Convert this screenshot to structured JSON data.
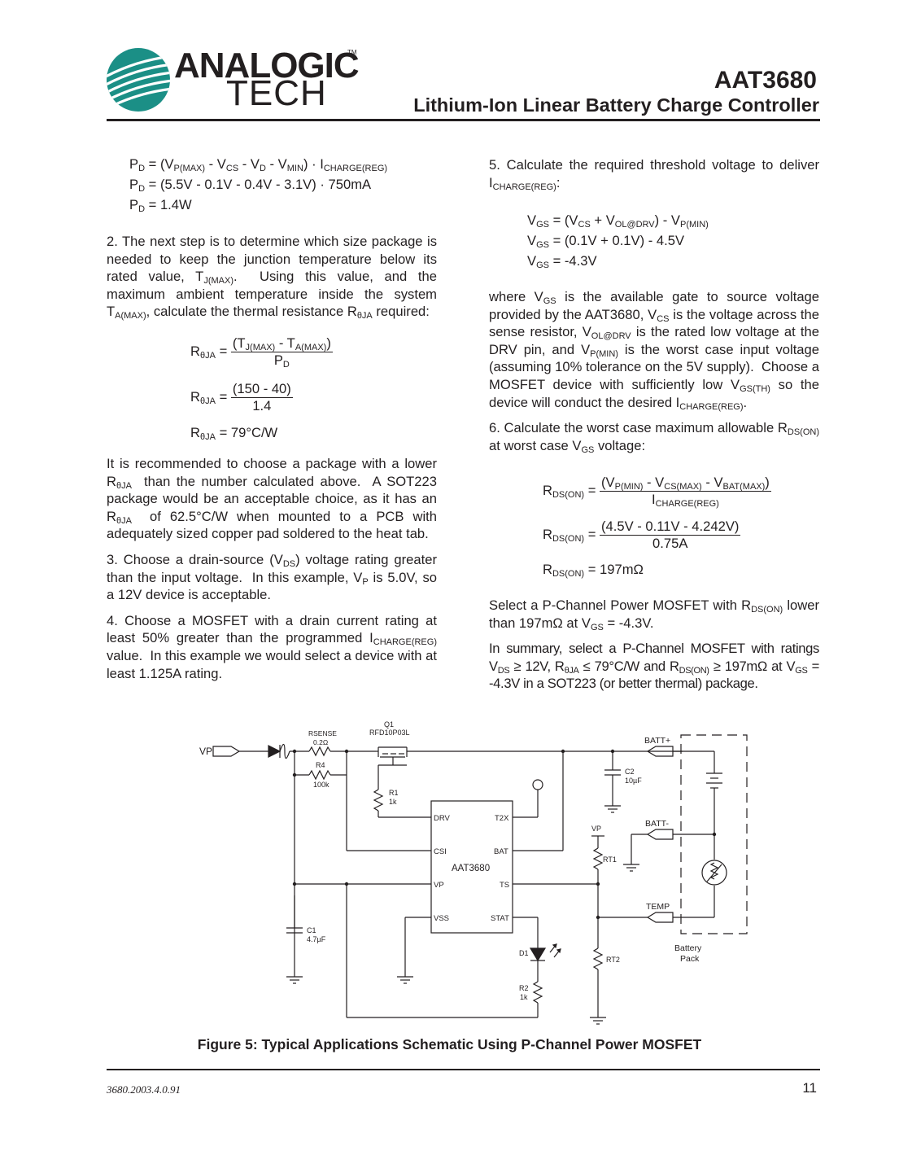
{
  "header": {
    "logo_top": "ANALOGIC",
    "logo_tm": "TM",
    "logo_bottom": "TECH",
    "part_number": "AAT3680",
    "title": "Lithium-Ion Linear Battery Charge Controller"
  },
  "left": {
    "eq1_line3": "PD = 1.4W",
    "step2": "2. The next step is to determine which size package is needed to keep the junction temperature below its rated value, TJ(MAX). Using this value, and the maximum ambient temperature inside the system TA(MAX), calculate the thermal resistance RθJA required:",
    "eq2_result": "79°C/W",
    "recommend": "It is recommended to choose a package with a lower RθJA than the number calculated above. A SOT223 package would be an acceptable choice, as it has an RθJA of 62.5°C/W when mounted to a PCB with adequately sized copper pad soldered to the heat tab.",
    "step3": "3. Choose a drain-source (VDS) voltage rating greater than the input voltage. In this example, VP is 5.0V, so a 12V device is acceptable.",
    "step4": "4. Choose a MOSFET with a drain current rating at least 50% greater than the programmed ICHARGE(REG) value. In this example we would select a device with at least 1.125A rating."
  },
  "right": {
    "step5": "5. Calculate the required threshold voltage to deliver ICHARGE(REG):",
    "where": "where VGS is the available gate to source voltage provided by the AAT3680, VCS is the voltage across the sense resistor, VOL@DRV is the rated low voltage at the DRV pin, and VP(MIN) is the worst case input voltage (assuming 10% tolerance on the 5V supply). Choose a MOSFET device with sufficiently low VGS(TH) so the device will conduct the desired ICHARGE(REG).",
    "step6": "6. Calculate the worst case maximum allowable RDS(ON) at worst case VGS voltage:",
    "select": "Select a P-Channel Power MOSFET with RDS(ON) lower than 197mΩ at VGS = -4.3V.",
    "summary": "In summary, select a P-Channel MOSFET with ratings VDS ≥ 12V, RθJA ≤ 79°C/W and RDS(ON) ≥ 197mΩ at VGS = -4.3V in a SOT223 (or better thermal) package."
  },
  "schematic": {
    "vp_in": "VP",
    "rsense": "RSENSE",
    "rsense_val": "0.2Ω",
    "q1": "Q1",
    "q1_part": "RFD10P03L",
    "r4": "R4",
    "r4_val": "100k",
    "r1": "R1",
    "r1_val": "1k",
    "ic_name": "AAT3680",
    "pin_drv": "DRV",
    "pin_t2x": "T2X",
    "pin_csi": "CSI",
    "pin_bat": "BAT",
    "pin_vp": "VP",
    "pin_ts": "TS",
    "pin_vss": "VSS",
    "pin_stat": "STAT",
    "c1": "C1",
    "c1_val": "4.7µF",
    "c2": "C2",
    "c2_val": "10µF",
    "d1": "D1",
    "r2": "R2",
    "r2_val": "1k",
    "rt1": "RT1",
    "rt2": "RT2",
    "vp_node": "VP",
    "batt_plus": "BATT+",
    "batt_minus": "BATT-",
    "temp": "TEMP",
    "battery_pack_1": "Battery",
    "battery_pack_2": "Pack"
  },
  "caption": "Figure 5: Typical Applications Schematic Using P-Channel Power MOSFET",
  "footer": {
    "doc_id": "3680.2003.4.0.91",
    "page": "11"
  }
}
